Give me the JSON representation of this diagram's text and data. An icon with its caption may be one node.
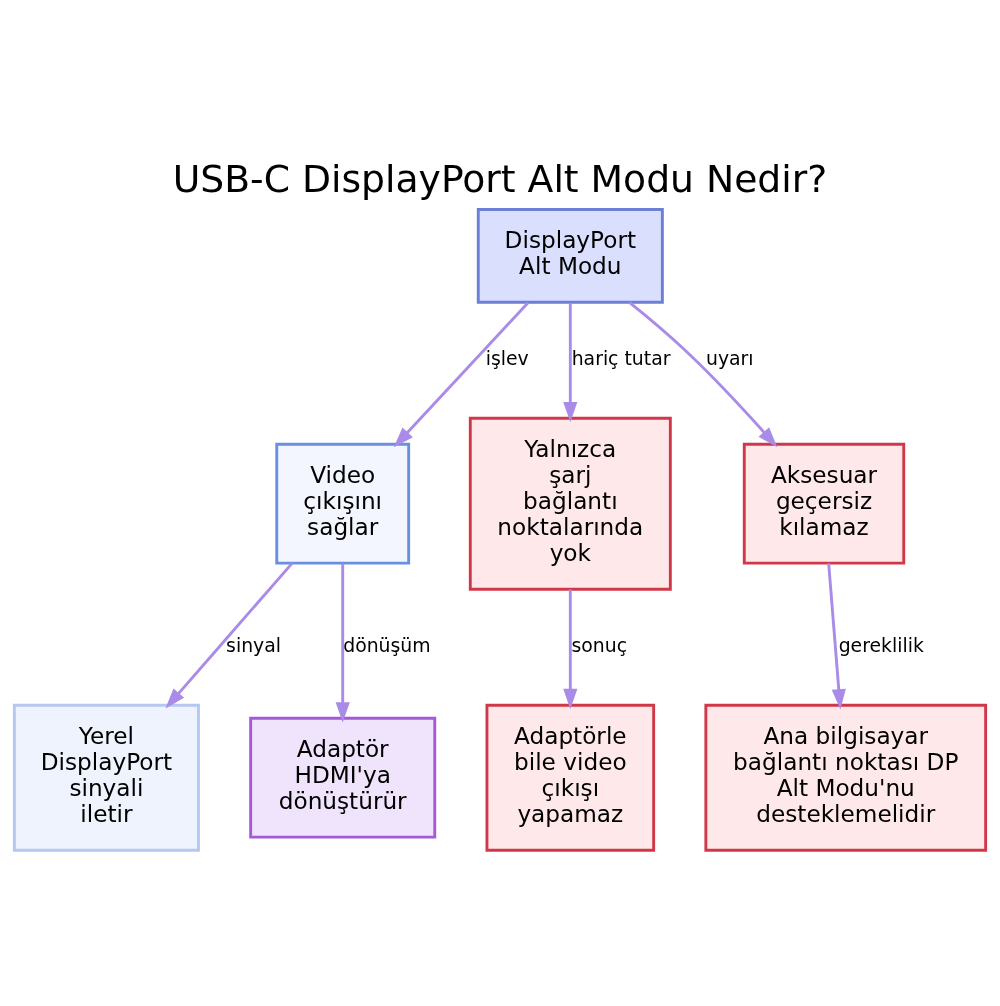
{
  "diagram": {
    "title": "USB-C DisplayPort Alt Modu Nedir?",
    "nodes": [
      {
        "text": [
          "DisplayPort Alt Modu"
        ]
      },
      {
        "text": [
          "Video çıkışını sağlar"
        ]
      },
      {
        "text": [
          "Yalnızca şarj bağlantı noktalarında yok"
        ]
      },
      {
        "text": [
          "Aksesuar geçersiz kılamaz"
        ]
      },
      {
        "text": [
          "Yerel DisplayPort sinyali iletir"
        ]
      },
      {
        "text": [
          "Adaptör HDMI'ya dönüştürür"
        ]
      },
      {
        "text": [
          "Adaptörle bile video çıkışı yapamaz"
        ]
      },
      {
        "text": [
          "Ana bilgisayar bağlantı noktası DP Alt Modu'nu desteklemelidir"
        ]
      }
    ],
    "edges": [
      {
        "from": 0,
        "to": 1,
        "arrow": "to",
        "label": "işlev"
      },
      {
        "from": 0,
        "to": 2,
        "arrow": "to",
        "label": "hariç tutar"
      },
      {
        "from": 0,
        "to": 3,
        "arrow": "to",
        "label": "uyarı"
      },
      {
        "from": 1,
        "to": 4,
        "arrow": "to",
        "label": "sinyal"
      },
      {
        "from": 1,
        "to": 5,
        "arrow": "to",
        "label": "dönüşüm"
      },
      {
        "from": 2,
        "to": 6,
        "arrow": "to",
        "label": "sonuç"
      },
      {
        "from": 3,
        "to": 7,
        "arrow": "to",
        "label": "gereklilik"
      }
    ]
  }
}
